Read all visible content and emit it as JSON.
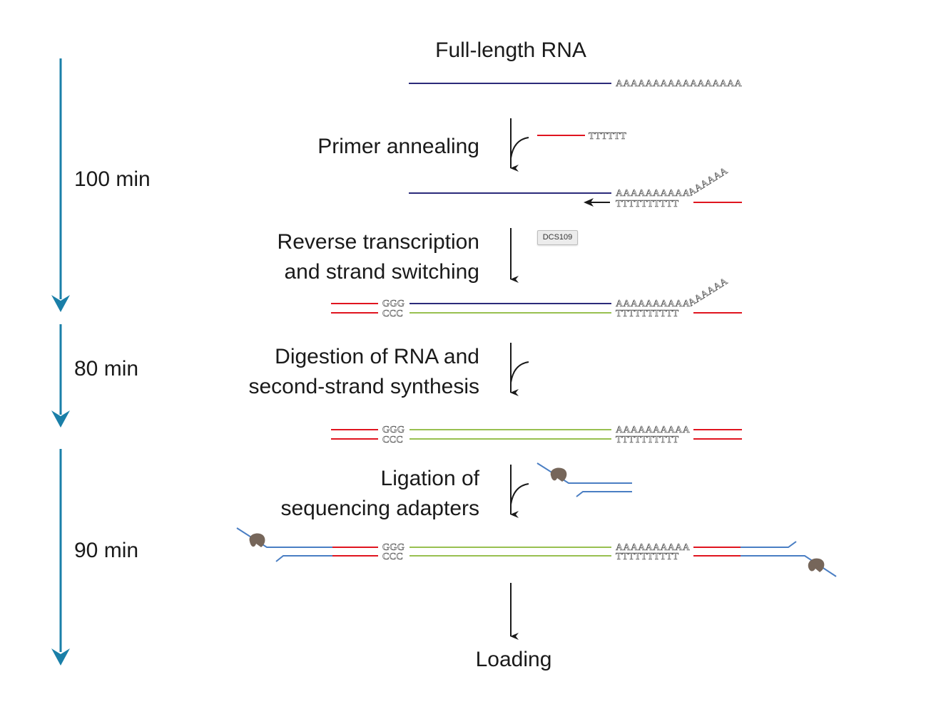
{
  "title": "Full-length RNA",
  "colors": {
    "timeline": "#1a7fa8",
    "rna": "#2b2a7a",
    "primer": "#e0141f",
    "cdna": "#98c050",
    "adapter": "#4a7ec3",
    "motor_protein": "#76665a",
    "arrow": "#1a1a1a"
  },
  "timeline": [
    {
      "label": "100 min"
    },
    {
      "label": "80 min"
    },
    {
      "label": "90 min"
    }
  ],
  "steps": [
    {
      "lines": [
        "Primer annealing"
      ]
    },
    {
      "lines": [
        "Reverse transcription",
        "and strand switching"
      ],
      "reagent_tag": "DCS109"
    },
    {
      "lines": [
        "Digestion of RNA and",
        "second-strand synthesis"
      ]
    },
    {
      "lines": [
        "Ligation of",
        "sequencing adapters"
      ]
    }
  ],
  "final_step": "Loading",
  "sequences": {
    "polyA_long": "AAAAAAAAAAAAAAAAA",
    "oligo_dT_short": "TTTTTT",
    "polyA_10": "AAAAAAAAAA",
    "polyA_tail_overhang": "AAAAAA",
    "polyT_10": "TTTTTTTTTT",
    "ggg": "GGG",
    "ccc": "CCC"
  }
}
